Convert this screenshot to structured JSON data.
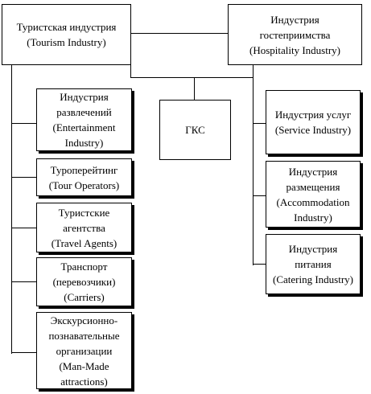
{
  "diagram": {
    "tourism": {
      "lines": [
        "Туристская индустрия",
        "(Tourism Industry)"
      ]
    },
    "hospitality": {
      "lines": [
        "Индустрия",
        "гостеприимства",
        "(Hospitality Industry)"
      ]
    },
    "gks": {
      "lines": [
        "ГКС"
      ]
    },
    "tourism_children": [
      {
        "lines": [
          "Индустрия",
          "развлечений",
          "(Entertainment",
          "Industry)"
        ]
      },
      {
        "lines": [
          "Туроперейтинг",
          "(Tour Operators)"
        ]
      },
      {
        "lines": [
          "Туристские",
          "агентства",
          "(Travel  Agents)"
        ]
      },
      {
        "lines": [
          "Транспорт",
          "(перевозчики)",
          "(Carriers)"
        ]
      },
      {
        "lines": [
          "Экскурсионно-",
          "познавательные",
          "организации",
          "(Man-Made",
          "attractions)"
        ]
      }
    ],
    "hospitality_children": [
      {
        "lines": [
          "Индустрия услуг",
          "(Service Industry)"
        ]
      },
      {
        "lines": [
          "Индустрия",
          "размещения",
          "(Accommodation",
          "Industry)"
        ]
      },
      {
        "lines": [
          "Индустрия",
          "питания",
          "(Catering Industry)"
        ]
      }
    ]
  }
}
